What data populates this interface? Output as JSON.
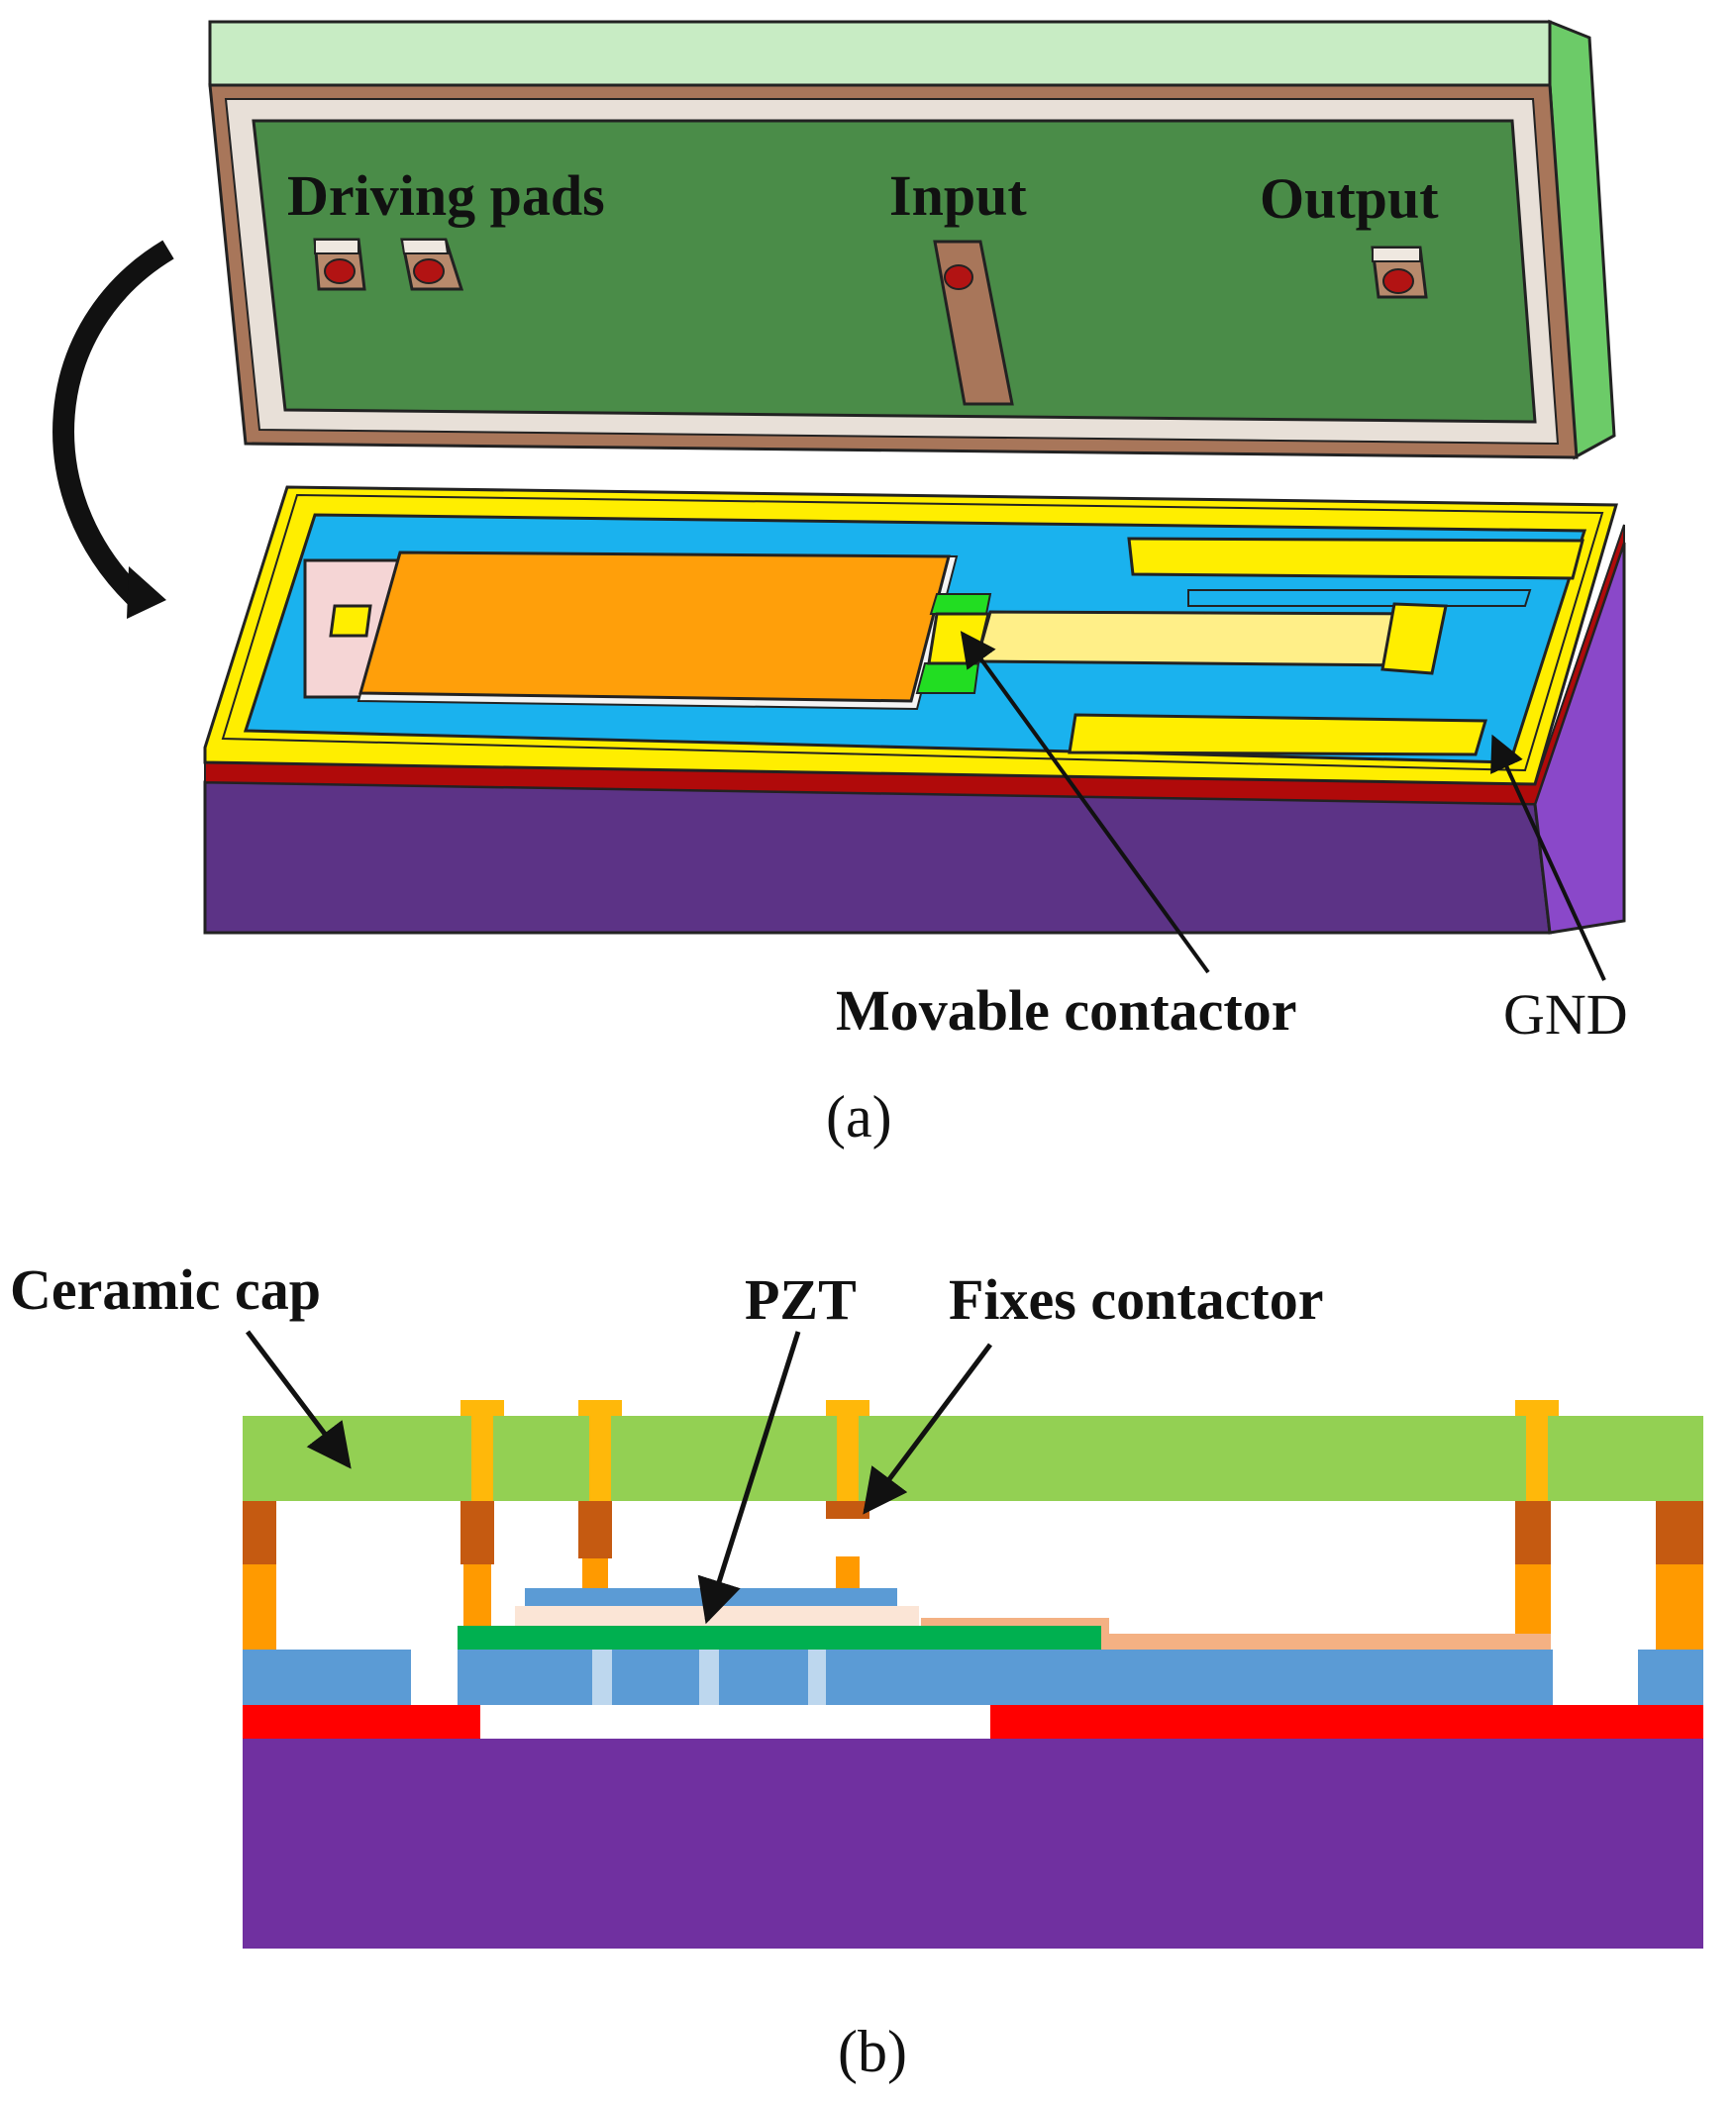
{
  "labels": {
    "driving_pads": "Driving pads",
    "input": "Input",
    "output": "Output",
    "movable_contactor": "Movable contactor",
    "gnd": "GND",
    "caption_a": "(a)",
    "ceramic_cap": "Ceramic cap",
    "pzt": "PZT",
    "fixes_contactor": "Fixes contactor",
    "caption_b": "(b)"
  },
  "colors": {
    "cap_face": "#4a8c48",
    "cap_light": "#7dc07b",
    "cap_frame": "#a0704e",
    "pad_dot": "#b21313",
    "gold": "#ffee00",
    "cavity_blue": "#1ab2ee",
    "beam_orange": "#ff9f0a",
    "red_layer": "#b00a0a",
    "substrate_purple": "#5c3386",
    "substrate_side": "#8a48c9",
    "cap_green_b": "#93d053",
    "via_gold": "#ffb80a",
    "post_brown": "#c55a11",
    "post_orange": "#ff9a00",
    "layer_blue": "#5b9bd5",
    "layer_red": "#ff0000",
    "pzt_green": "#00b050",
    "substrate_b": "#7030a0"
  }
}
